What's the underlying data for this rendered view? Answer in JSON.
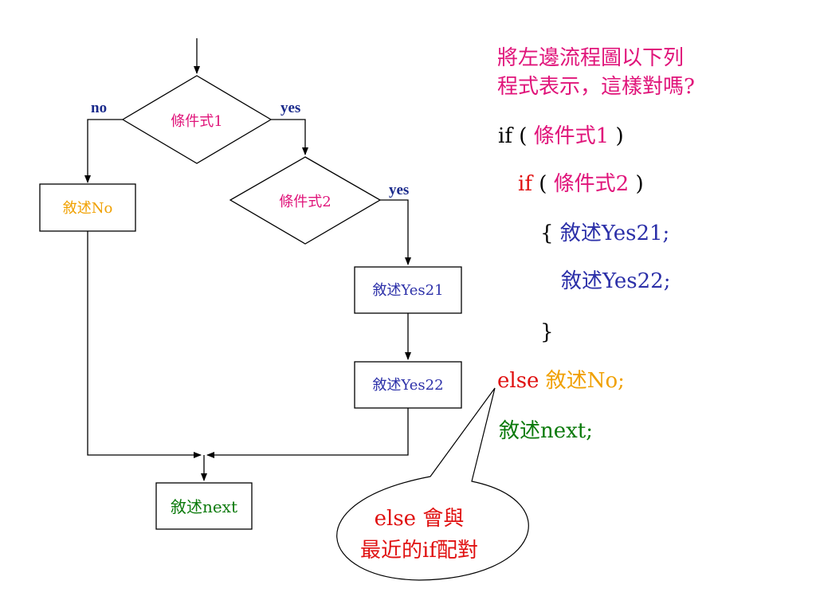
{
  "flowchart": {
    "no_label": "no",
    "yes1_label": "yes",
    "yes2_label": "yes",
    "cond1": "條件式1",
    "cond2": "條件式2",
    "stmt_no": "敘述No",
    "stmt_yes21": "敘述Yes21",
    "stmt_yes22": "敘述Yes22",
    "stmt_next": "敘述next"
  },
  "question": {
    "line1": "將左邊流程圖以下列",
    "line2": "程式表示，這樣對嗎?"
  },
  "code": {
    "if1_kw": "if",
    "if1_open": "(",
    "if1_cond": "條件式1",
    "if1_close": ")",
    "if2_kw": "if",
    "if2_open": "(",
    "if2_cond": "條件式2",
    "if2_close": ")",
    "brace_open": "{",
    "stmt_yes21": "敘述Yes21;",
    "stmt_yes22": "敘述Yes22;",
    "brace_close": "}",
    "else_kw": "else",
    "else_stmt": "敘述No;",
    "next_stmt": "敘述next;"
  },
  "callout": {
    "line1": "else 會與",
    "line2": "最近的if配對"
  },
  "colors": {
    "pink": "#e0147a",
    "red": "#e01010",
    "blue": "#2b2fa8",
    "orange": "#f0a000",
    "green": "#0b7a0b",
    "navy": "#1b2b8c"
  }
}
